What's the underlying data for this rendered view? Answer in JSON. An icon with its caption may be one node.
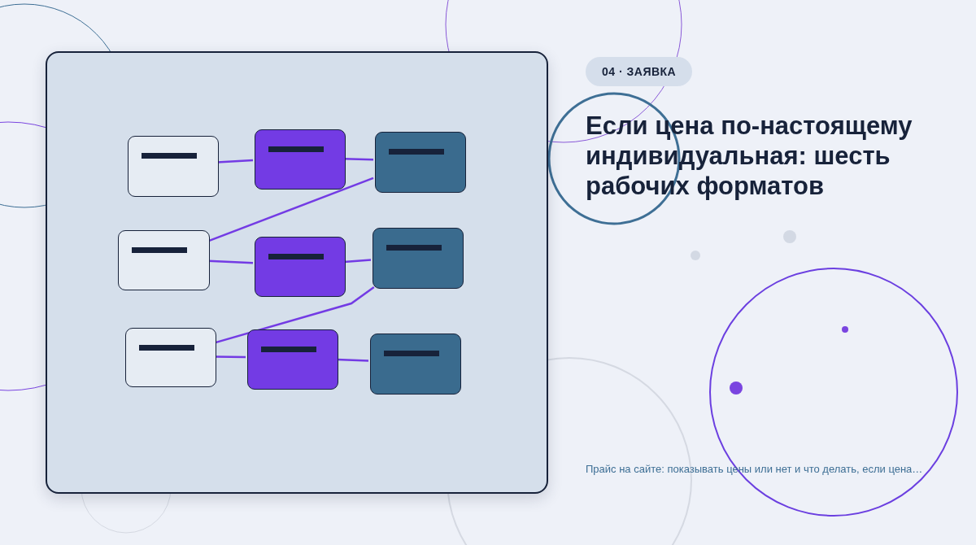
{
  "diagram": {
    "title": "Если цена по-настоящему индивидуальная: шесть рабочих форматов",
    "caption": "Прайс на сайте: показывать цены или нет и что делать, если цена…",
    "nodes": [
      {
        "text": [],
        "shape": "box"
      },
      {
        "text": [],
        "shape": "box",
        "in": 0
      },
      {
        "text": [],
        "shape": "box",
        "in": 0
      },
      {
        "text": [],
        "shape": "box",
        "in": 0
      },
      {
        "text": [],
        "shape": "box",
        "in": 0
      },
      {
        "text": [],
        "shape": "box",
        "in": 0
      },
      {
        "text": [],
        "shape": "box",
        "in": 0
      },
      {
        "text": [],
        "shape": "box",
        "in": 0
      },
      {
        "text": [],
        "shape": "box",
        "in": 0
      },
      {
        "text": [],
        "shape": "box",
        "in": 0
      }
    ],
    "edges": [
      {
        "from": 1,
        "to": 2,
        "arrow": "none"
      },
      {
        "from": 2,
        "to": 3,
        "arrow": "none"
      },
      {
        "from": 4,
        "to": 3,
        "arrow": "none"
      },
      {
        "from": 4,
        "to": 5,
        "arrow": "none"
      },
      {
        "from": 5,
        "to": 6,
        "arrow": "none"
      },
      {
        "from": 7,
        "to": 6,
        "arrow": "none"
      },
      {
        "from": 7,
        "to": 8,
        "arrow": "none"
      },
      {
        "from": 8,
        "to": 9,
        "arrow": "none"
      }
    ],
    "labels": [
      "04 · ЗАЯВКА"
    ]
  }
}
